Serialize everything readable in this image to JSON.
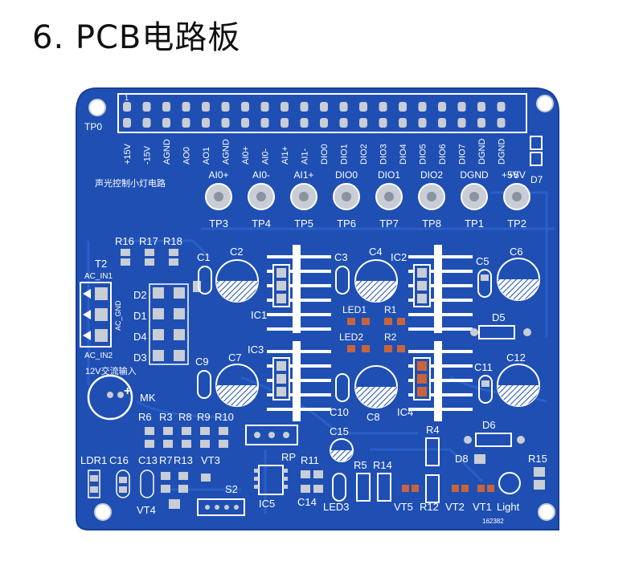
{
  "title": "6. PCB电路板",
  "board": {
    "colors": {
      "board": "#1f4fb3",
      "board_edge": "#173f96",
      "trace": "#2c62cc",
      "silk": "#ffffff",
      "pad": "#c8cdd6",
      "copper": "#c8643c"
    },
    "header_pin1": "1",
    "tp0": "TP0",
    "top_pin_labels": [
      "+15V",
      "-15V",
      "AGND",
      "AO0",
      "AO1",
      "AGND",
      "AI0+",
      "AI0-",
      "AI1+",
      "AI1-",
      "DIO0",
      "DIO1",
      "DIO2",
      "DIO3",
      "DIO4",
      "DIO5",
      "DIO6",
      "DIO7",
      "DGND",
      "DGND"
    ],
    "right_pin_labels": [
      "+5V",
      "D7"
    ],
    "subtitle": "声光控制小灯电路",
    "tp_signals": [
      "AI0+",
      "AI0-",
      "AI1+",
      "DIO0",
      "DIO1",
      "DIO2",
      "DGND",
      "+5V"
    ],
    "tp_names": [
      "TP3",
      "TP4",
      "TP5",
      "TP6",
      "TP7",
      "TP8",
      "TP1",
      "TP2"
    ],
    "labels": {
      "r16": "R16",
      "r17": "R17",
      "r18": "R18",
      "t2": "T2",
      "ac_in1": "AC_IN1",
      "ac_gnd": "AC_GND",
      "ac_in2": "AC_IN2",
      "d2": "D2",
      "d1": "D1",
      "d4": "D4",
      "d3": "D3",
      "ac_input": "12V交流输入",
      "mk": "MK",
      "c1": "C1",
      "c2": "C2",
      "c3": "C3",
      "c4": "C4",
      "c5": "C5",
      "c6": "C6",
      "c7": "C7",
      "c8": "C8",
      "c9": "C9",
      "c10": "C10",
      "c11": "C11",
      "c12": "C12",
      "c13": "C13",
      "c14": "C14",
      "c15": "C15",
      "c16": "C16",
      "ic1": "IC1",
      "ic2": "IC2",
      "ic3": "IC3",
      "ic4": "IC4",
      "ic5": "IC5",
      "led1": "LED1",
      "led2": "LED2",
      "led3": "LED3",
      "r1": "R1",
      "r2": "R2",
      "r3": "R3",
      "r4": "R4",
      "r5": "R5",
      "r6": "R6",
      "r7": "R7",
      "r8": "R8",
      "r9": "R9",
      "r10": "R10",
      "r11": "R11",
      "r12": "R12",
      "r13": "R13",
      "r14": "R14",
      "r15": "R15",
      "d5": "D5",
      "d6": "D6",
      "d8": "D8",
      "rp": "RP",
      "s2": "S2",
      "ldr1": "LDR1",
      "vt1": "VT1",
      "vt2": "VT2",
      "vt3": "VT3",
      "vt4": "VT4",
      "vt5": "VT5",
      "light": "Light",
      "serial": "162382"
    }
  }
}
